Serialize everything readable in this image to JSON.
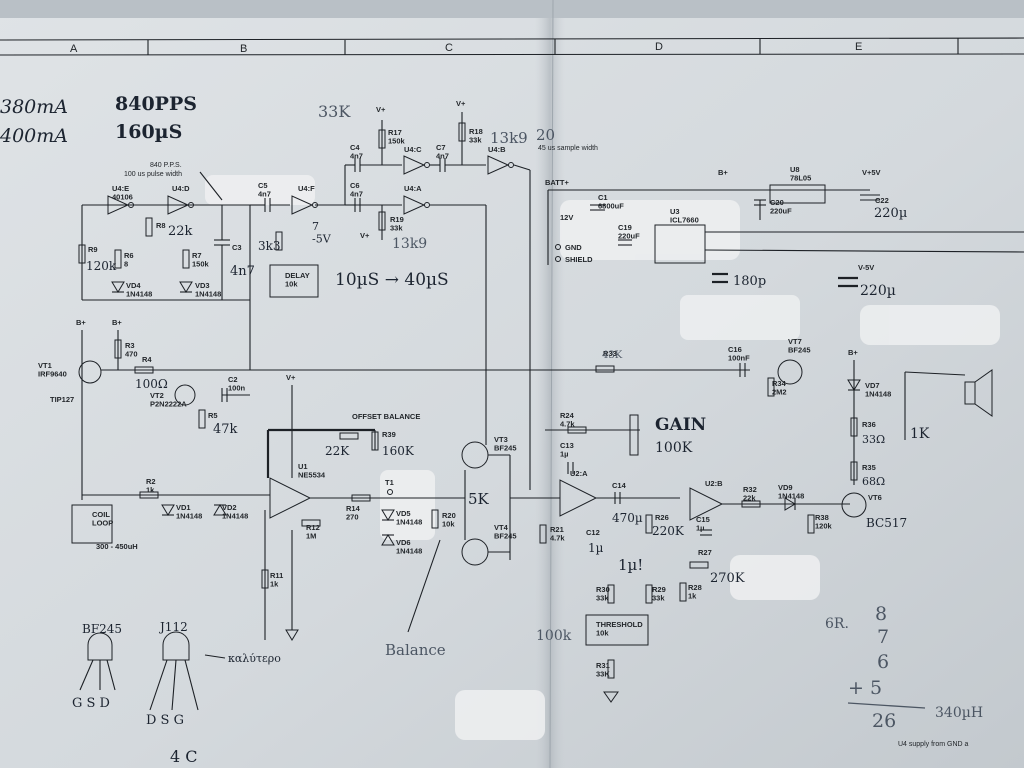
{
  "grid_columns": [
    "A",
    "B",
    "C",
    "D",
    "E"
  ],
  "handwritten_notes": {
    "current_1": "380mA",
    "current_2": "400mA",
    "pps": "840PPS",
    "pulse": "160µS",
    "r17_value": "33K",
    "r18_value": "13k9",
    "sample_width_value": "20",
    "r19_value": "13k9",
    "u4f_note": "7\n-5V",
    "r6_value": "3k3",
    "r8_value": "22k",
    "r9_value": "120k",
    "c3_value": "4n7",
    "delay_range": "10µS → 40µS",
    "r4_value": "100Ω",
    "r5_value": "47k",
    "r39_value": "22K",
    "r39_value_2": "160K",
    "balance_pot": "5K",
    "balance_arrow_label": "Balance",
    "gain_label": "GAIN",
    "gain_pot": "100K",
    "c14_value": "470µ",
    "c12_value": "1µ",
    "note_1u": "1µ!",
    "r26_value": "220K",
    "r27_value": "270K",
    "threshold_value": "100k",
    "r33_value": "43K",
    "c12_cap": "180p",
    "c22_value": "220µ",
    "c21_value": "220µ",
    "r36_value": "33Ω",
    "r35_value": "68Ω",
    "speaker_pot": "1K",
    "bc517": "BC517",
    "sum_header": "6R.",
    "sum_items": [
      "8",
      "7",
      "6",
      "+ 5"
    ],
    "sum_total": "26",
    "sum_note": "340µH",
    "jfet_note": "καλύτερο",
    "bottom_scribble": "4 C"
  },
  "printed_labels": {
    "pps_note": "840 P.P.S.",
    "pulse_note": "100 us pulse width",
    "sample_note": "45 us sample width",
    "offset_balance": "OFFSET BALANCE",
    "coil_loop": "COIL\nLOOP",
    "coil_range": "300 - 450uH",
    "delay": "DELAY\n10k",
    "threshold": "THRESHOLD\n10k",
    "batt": "BATT+",
    "batt_v": "12V",
    "gnd": "GND",
    "shield": "SHIELD",
    "supply_note": "U4 supply from GND a",
    "vplus": "V+",
    "bplus": "B+",
    "v5p": "V+5V",
    "v5n": "V-5V",
    "bf245_pinout": "BF245",
    "bf245_pins": "G S D",
    "j112_pinout": "J112",
    "j112_pins": "D S G"
  },
  "parts": {
    "u4e": "U4:E\n40106",
    "u4d": "U4:D",
    "u4c": "U4:C",
    "u4b": "U4:B",
    "u4a": "U4:A",
    "u4f": "U4:F",
    "u1": "U1\nNE5534",
    "u2a": "U2:A",
    "u2b": "U2:B",
    "u3": "U3\nICL7660",
    "u8": "U8\n78L05",
    "r3": "R3\n470",
    "r4": "R4",
    "r5": "R5",
    "r6": "R6\n8",
    "r7": "R7\n150k",
    "r8": "R8",
    "r9": "R9",
    "r2": "R2\n1k",
    "r11": "R11\n1k",
    "r12": "R12\n1M",
    "r14": "R14\n270",
    "r17": "R17\n150k",
    "r18": "R18\n33k",
    "r19": "R19\n33k",
    "r20": "R20\n10k",
    "r21": "R21\n4.7k",
    "r24": "R24\n4.7k",
    "r26": "R26",
    "r27": "R27",
    "r28": "R28\n1k",
    "r29": "R29\n33k",
    "r30": "R30\n33k",
    "r31": "R31\n33K",
    "r32": "R32\n22k",
    "r33": "R33",
    "r34": "R34\n2M2",
    "r35": "R35",
    "r36": "R36",
    "r38": "R38\n120k",
    "r39": "R39",
    "c1": "C1\n6800uF",
    "c2": "C2\n100n",
    "c3": "C3",
    "c4": "C4\n4n7",
    "c5": "C5\n4n7",
    "c6": "C6\n4n7",
    "c7": "C7\n4n7",
    "c12": "C12",
    "c13": "C13\n1µ",
    "c14": "C14",
    "c15": "C15\n1µ",
    "c16": "C16\n100nF",
    "c19": "C19\n220uF",
    "c20": "C20\n220uF",
    "c22": "C22",
    "vt1": "VT1\nIRF9640",
    "vt1b": "TIP127",
    "vt2": "VT2\nP2N2222A",
    "vt3": "VT3\nBF245",
    "vt4": "VT4\nBF245",
    "vt6": "VT6",
    "vt7": "VT7\nBF245",
    "vd1": "VD1\n1N4148",
    "vd2": "VD2\n1N4148",
    "vd3": "VD3\n1N4148",
    "vd4": "VD4\n1N4148",
    "vd5": "VD5\n1N4148",
    "vd6": "VD6\n1N4148",
    "vd7": "VD7\n1N4148",
    "vd9": "VD9\n1N4148",
    "t1": "T1"
  }
}
